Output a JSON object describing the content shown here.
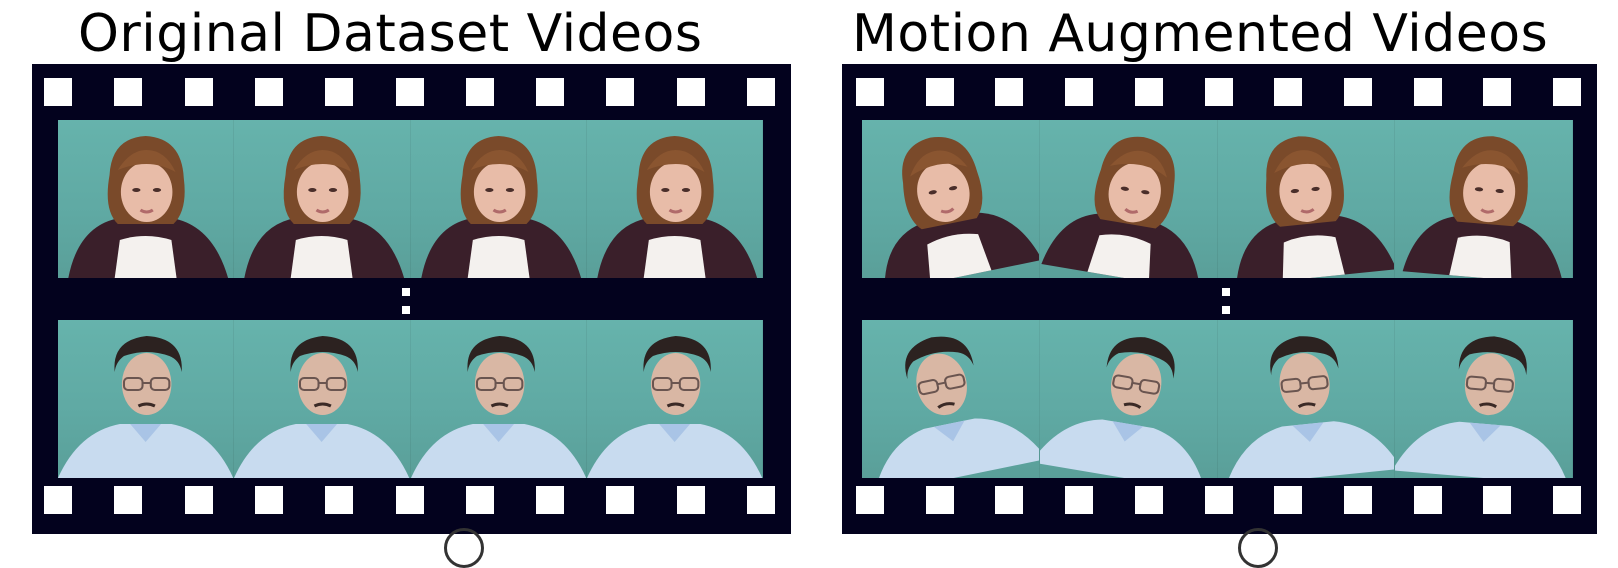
{
  "panels": {
    "original": {
      "title": "Original Dataset Videos",
      "rows": [
        {
          "subject": "woman-brown-hair",
          "frames": 4
        },
        {
          "subject": "man-glasses",
          "frames": 4
        }
      ]
    },
    "augmented": {
      "title": "Motion Augmented Videos",
      "rows": [
        {
          "subject": "woman-brown-hair",
          "frames": 4
        },
        {
          "subject": "man-glasses",
          "frames": 4
        }
      ]
    }
  },
  "colors": {
    "film": "#03021e",
    "background": "#66b3ac",
    "perforation": "#ffffff"
  }
}
